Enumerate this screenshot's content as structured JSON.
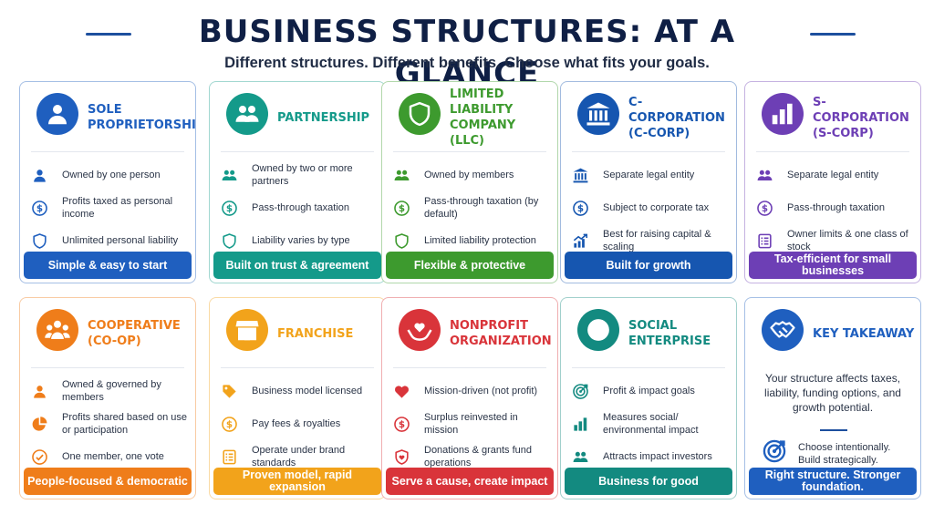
{
  "header": {
    "title": "BUSINESS STRUCTURES: AT A GLANCE",
    "subtitle": "Different structures. Different benefits. Choose what fits your goals."
  },
  "cards": [
    {
      "title": "SOLE PROPRIETORSHIP",
      "color": "#1f5fbf",
      "items": [
        "Owned by one person",
        "Profits taxed as personal income",
        "Unlimited personal liability"
      ],
      "footer": "Simple & easy to start"
    },
    {
      "title": "PARTNERSHIP",
      "color": "#149a8a",
      "items": [
        "Owned by two or more partners",
        "Pass-through taxation",
        "Liability varies by type"
      ],
      "footer": "Built on trust & agreement"
    },
    {
      "title": "LIMITED LIABILITY COMPANY (LLC)",
      "color": "#3d9a2e",
      "items": [
        "Owned by members",
        "Pass-through taxation (by default)",
        "Limited liability protection"
      ],
      "footer": "Flexible & protective"
    },
    {
      "title": "C-CORPORATION (C-CORP)",
      "color": "#1656b0",
      "items": [
        "Separate legal entity",
        "Subject to corporate tax",
        "Best for raising capital & scaling"
      ],
      "footer": "Built for growth"
    },
    {
      "title": "S-CORPORATION (S-CORP)",
      "color": "#6d3fb5",
      "items": [
        "Separate legal entity",
        "Pass-through taxation",
        "Owner limits & one class of stock"
      ],
      "footer": "Tax-efficient for small businesses"
    },
    {
      "title": "COOPERATIVE (CO-OP)",
      "color": "#ef7d1a",
      "items": [
        "Owned & governed by members",
        "Profits shared based on use or participation",
        "One member, one vote"
      ],
      "footer": "People-focused & democratic"
    },
    {
      "title": "FRANCHISE",
      "color": "#f2a31b",
      "items": [
        "Business model licensed",
        "Pay fees & royalties",
        "Operate under brand standards"
      ],
      "footer": "Proven model, rapid expansion"
    },
    {
      "title": "NONPROFIT ORGANIZATION",
      "color": "#d9343a",
      "items": [
        "Mission-driven (not profit)",
        "Surplus reinvested in mission",
        "Donations & grants fund operations"
      ],
      "footer": "Serve a cause, create impact"
    },
    {
      "title": "SOCIAL ENTERPRISE",
      "color": "#138a80",
      "items": [
        "Profit & impact goals",
        "Measures social/ environmental impact",
        "Attracts impact investors"
      ],
      "footer": "Business for good"
    }
  ],
  "takeaway": {
    "title": "KEY TAKEAWAY",
    "color": "#1f5fbf",
    "text": "Your structure affects taxes, liability, funding options, and growth potential.",
    "note": "Choose intentionally. Build strategically.",
    "footer": "Right structure. Stronger foundation."
  },
  "icons": {
    "cards": [
      "person-icon",
      "people-icon",
      "shield-icon",
      "bank-icon",
      "bar-chart-icon",
      "group-icon",
      "storefront-icon",
      "heart-hands-icon",
      "globe-icon"
    ],
    "items": [
      [
        "person-icon",
        "dollar-circle-icon",
        "shield-icon"
      ],
      [
        "people-icon",
        "dollar-circle-icon",
        "shield-icon"
      ],
      [
        "people-icon",
        "dollar-circle-icon",
        "shield-icon"
      ],
      [
        "bank-icon",
        "dollar-circle-icon",
        "growth-chart-icon"
      ],
      [
        "people-icon",
        "dollar-circle-icon",
        "checklist-icon"
      ],
      [
        "person-icon",
        "pie-chart-icon",
        "check-circle-icon"
      ],
      [
        "tag-icon",
        "dollar-circle-icon",
        "checklist-icon"
      ],
      [
        "heart-icon",
        "dollar-circle-icon",
        "shield-heart-icon"
      ],
      [
        "target-icon",
        "bar-chart-icon",
        "people-icon"
      ]
    ],
    "takeaway": "handshake-icon",
    "takeaway_note": "target-icon"
  }
}
